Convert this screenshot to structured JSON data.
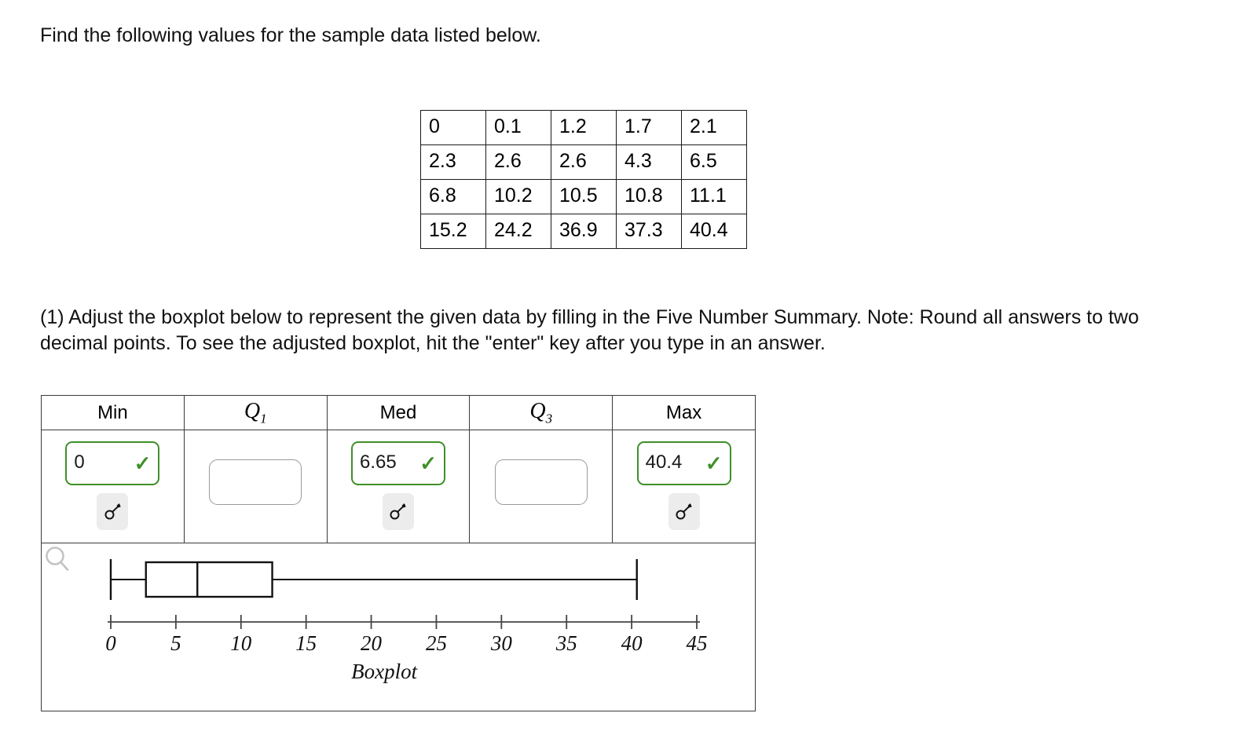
{
  "prompt": "Find the following values for the sample data listed below.",
  "sample_data": {
    "rows": [
      [
        "0",
        "0.1",
        "1.2",
        "1.7",
        "2.1"
      ],
      [
        "2.3",
        "2.6",
        "2.6",
        "4.3",
        "6.5"
      ],
      [
        "6.8",
        "10.2",
        "10.5",
        "10.8",
        "11.1"
      ],
      [
        "15.2",
        "24.2",
        "36.9",
        "37.3",
        "40.4"
      ]
    ]
  },
  "question": "(1) Adjust the boxplot below to represent the given data by filling in the Five Number Summary.  Note: Round all answers to two decimal points.  To see the adjusted boxplot, hit the \"enter\" key after you type in an answer.",
  "summary_table": {
    "headers": [
      {
        "text": "Min",
        "style": "plain",
        "sub": ""
      },
      {
        "text": "Q",
        "style": "sub",
        "sub": "1"
      },
      {
        "text": "Med",
        "style": "plain",
        "sub": ""
      },
      {
        "text": "Q",
        "style": "sub",
        "sub": "3"
      },
      {
        "text": "Max",
        "style": "plain",
        "sub": ""
      }
    ],
    "fields": [
      {
        "name": "min",
        "value": "0",
        "status": "correct",
        "checkmark": "✓",
        "has_key": true,
        "key_icon": "key-icon"
      },
      {
        "name": "q1",
        "value": "",
        "status": "empty",
        "checkmark": "",
        "has_key": false,
        "key_icon": ""
      },
      {
        "name": "med",
        "value": "6.65",
        "status": "correct",
        "checkmark": "✓",
        "has_key": true,
        "key_icon": "key-icon"
      },
      {
        "name": "q3",
        "value": "",
        "status": "empty",
        "checkmark": "",
        "has_key": false,
        "key_icon": ""
      },
      {
        "name": "max",
        "value": "40.4",
        "status": "correct",
        "checkmark": "✓",
        "has_key": true,
        "key_icon": "key-icon"
      }
    ],
    "correct_color": "#3f8f29",
    "empty_color": "#9a9a9a"
  },
  "chart_data": {
    "type": "boxplot",
    "title": "Boxplot",
    "xlabel": "",
    "ylabel": "",
    "xlim": [
      0,
      45
    ],
    "ticks": [
      0,
      5,
      10,
      15,
      20,
      25,
      30,
      35,
      40,
      45
    ],
    "tick_labels": [
      "0",
      "5",
      "10",
      "15",
      "20",
      "25",
      "30",
      "35",
      "40",
      "45"
    ],
    "grid": false,
    "series": [
      {
        "name": "sample",
        "min": 0,
        "q1": 2.7,
        "median": 6.65,
        "q3": 12.4,
        "max": 40.4
      }
    ],
    "magnifier_icon": "magnifier-icon"
  }
}
